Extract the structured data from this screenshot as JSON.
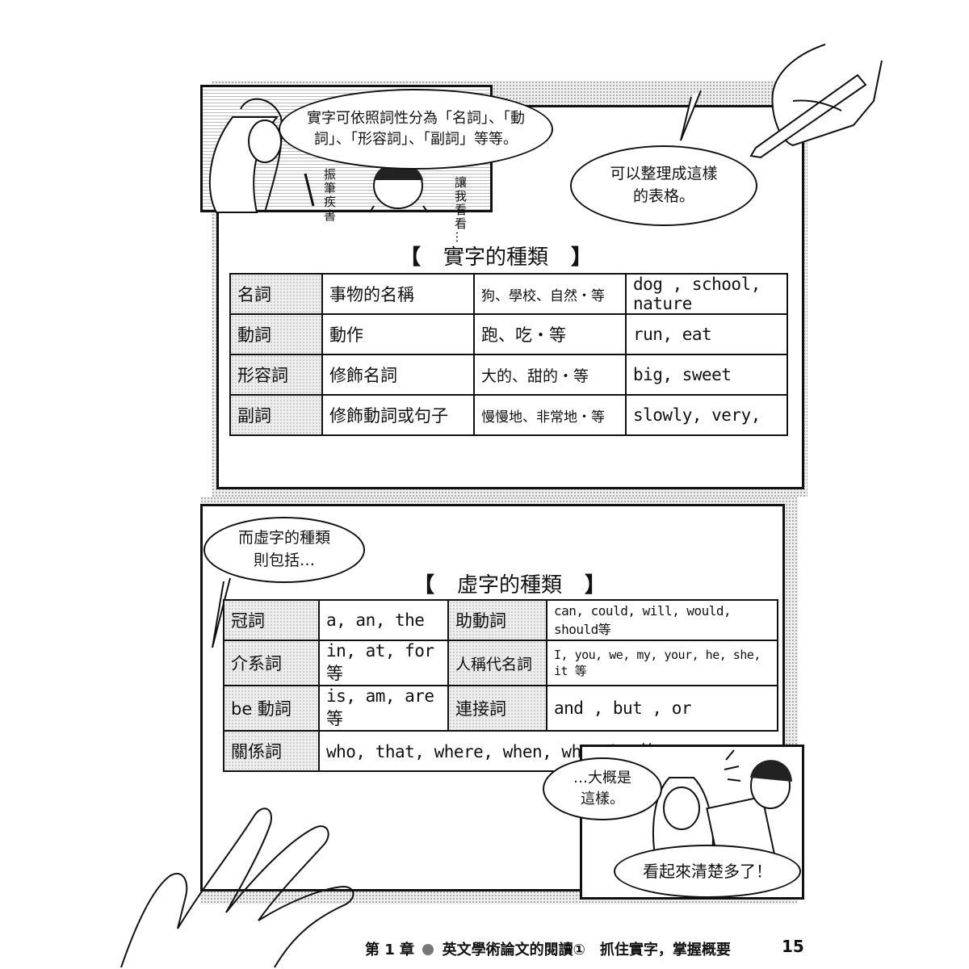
{
  "top_panel": {
    "speech_1": "實字可依照詞性分為「名詞」、「動\n詞」、「形容詞」、「副詞」等等。",
    "sfx_writing": "振筆疾書",
    "sfx_look": "讓我看看…",
    "speech_2": "可以整理成這樣\n的表格。"
  },
  "content_words": {
    "title": "實字的種類",
    "rows": [
      {
        "category": "名詞",
        "meaning": "事物的名稱",
        "chinese_examples": "狗、學校、自然・等",
        "english_examples": "dog , school, nature"
      },
      {
        "category": "動詞",
        "meaning": "動作",
        "chinese_examples": "跑、吃・等",
        "english_examples": "run, eat"
      },
      {
        "category": "形容詞",
        "meaning": "修飾名詞",
        "chinese_examples": "大的、甜的・等",
        "english_examples": "big, sweet"
      },
      {
        "category": "副詞",
        "meaning": "修飾動詞或句子",
        "chinese_examples": "慢慢地、非常地・等",
        "english_examples": "slowly, very,"
      }
    ]
  },
  "function_words": {
    "speech": "而虛字的種類\n則包括…",
    "title": "虛字的種類",
    "rows": [
      {
        "cat1": "冠詞",
        "ex1": "a, an, the",
        "cat2": "助動詞",
        "ex2": "can, could, will, would, should等"
      },
      {
        "cat1": "介系詞",
        "ex1": "in, at, for 等",
        "cat2": "人稱代名詞",
        "ex2": "I, you, we, my, your, he, she, it 等"
      },
      {
        "cat1": "be 動詞",
        "ex1": "is, am, are 等",
        "cat2": "連接詞",
        "ex2": "and , but , or"
      }
    ],
    "last_row": {
      "cat": "關係詞",
      "ex": "who, that, where, when, why, how等"
    }
  },
  "bottom_panel": {
    "speech_1": "…大概是\n這樣。",
    "speech_2": "看起來清楚多了！"
  },
  "footer": {
    "chapter": "第 1 章",
    "title": "英文學術論文的閱讀①　抓住實字，掌握概要",
    "page_number": "15"
  }
}
